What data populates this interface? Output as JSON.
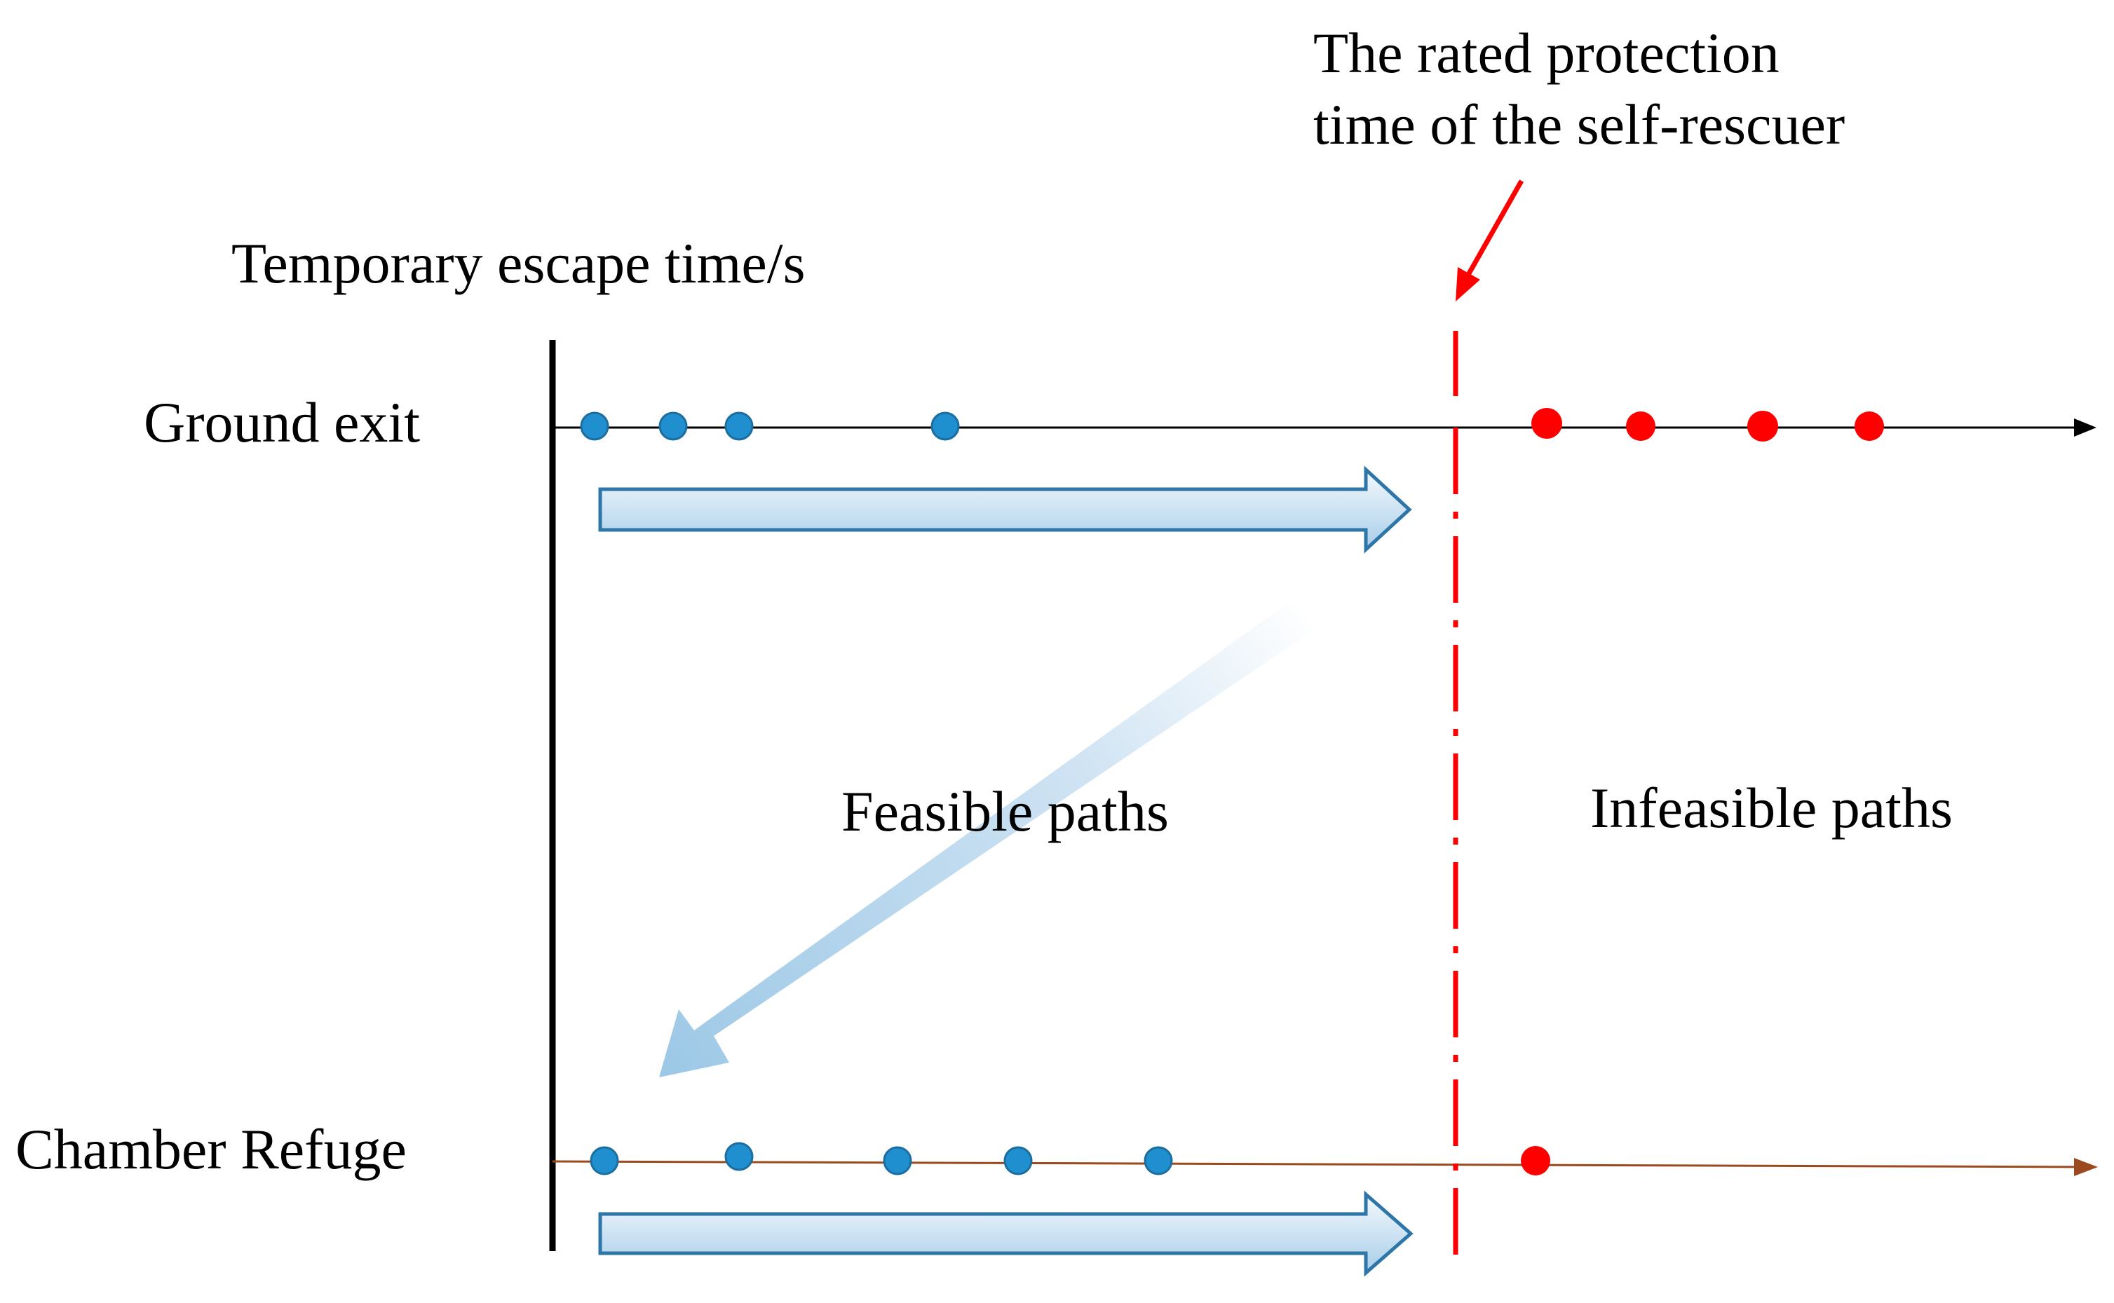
{
  "protection_time_label": {
    "line1": "The rated protection",
    "line2": "time of the self-rescuer"
  },
  "axis_title": "Temporary escape  time/s",
  "rows": {
    "ground_exit": {
      "label": "Ground exit",
      "feasible_count": 4,
      "infeasible_count": 4,
      "line_color": "#000000"
    },
    "chamber_refuge": {
      "label": "Chamber Refuge",
      "feasible_count": 5,
      "infeasible_count": 1,
      "line_color": "#9b4a1f"
    }
  },
  "regions": {
    "feasible": "Feasible paths",
    "infeasible": "Infeasible paths"
  },
  "colors": {
    "feasible_point": "#1f8fcf",
    "infeasible_point": "#ff0000",
    "protection_line": "#ff0000",
    "arrow_fill_light": "#eaf4fb",
    "arrow_fill_dark": "#a9cfea",
    "arrow_stroke": "#2e75a8"
  }
}
